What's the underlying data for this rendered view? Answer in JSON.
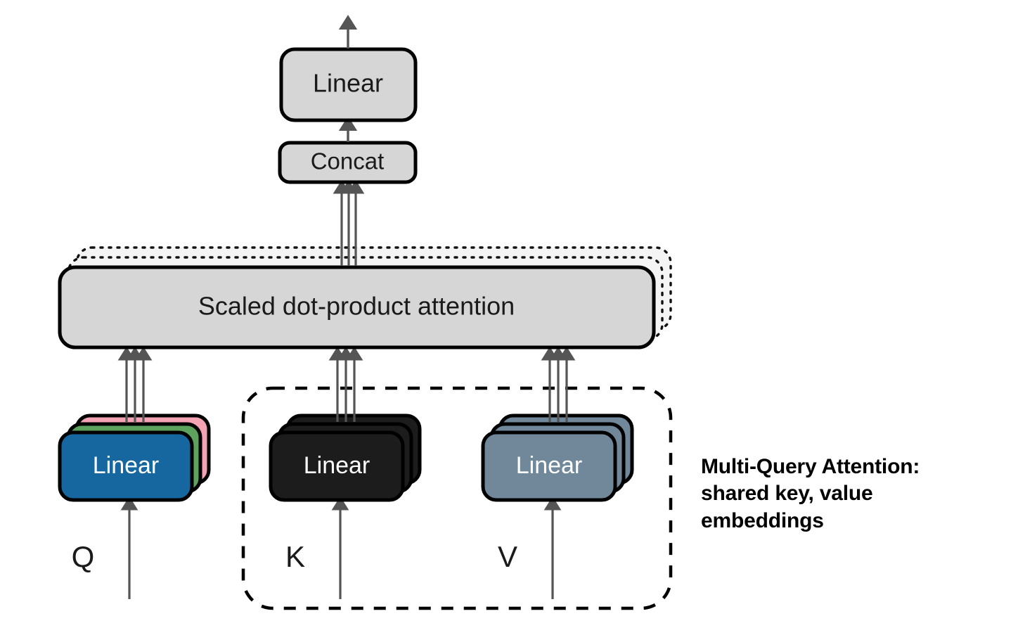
{
  "diagram": {
    "title": "Multi-Query Attention architecture diagram",
    "background_color": "#ffffff"
  },
  "nodes": {
    "output_linear": {
      "label": "Linear",
      "fill": "#d6d6d6",
      "stroke": "#000000",
      "text_color": "#1a1a1a"
    },
    "concat": {
      "label": "Concat",
      "fill": "#d6d6d6",
      "stroke": "#000000",
      "text_color": "#1a1a1a"
    },
    "attention": {
      "label": "Scaled dot-product attention",
      "fill": "#d6d6d6",
      "stroke": "#000000",
      "text_color": "#1a1a1a",
      "stack_layers": 3,
      "stack_style": "dotted"
    },
    "q_linear": {
      "label": "Linear",
      "text_color": "#ffffff",
      "stack_layers": 3,
      "layer_colors": [
        "#f3a3b4",
        "#5da35d",
        "#16679f"
      ],
      "front_color": "#16679f"
    },
    "k_linear": {
      "label": "Linear",
      "text_color": "#ffffff",
      "stack_layers": 3,
      "layer_colors": [
        "#1c1c1c",
        "#1c1c1c",
        "#1c1c1c"
      ],
      "front_color": "#1c1c1c"
    },
    "v_linear": {
      "label": "Linear",
      "text_color": "#ffffff",
      "stack_layers": 3,
      "layer_colors": [
        "#70889a",
        "#70889a",
        "#70889a"
      ],
      "front_color": "#70889a"
    }
  },
  "inputs": {
    "q": {
      "label": "Q"
    },
    "k": {
      "label": "K"
    },
    "v": {
      "label": "V"
    }
  },
  "grouping": {
    "shared_kv_box": {
      "style": "dashed",
      "stroke": "#000000",
      "encloses": [
        "K",
        "V"
      ]
    }
  },
  "annotation": {
    "text": "Multi-Query Attention:\nshared key, value\nembeddings",
    "color": "#000000"
  },
  "arrows": {
    "stroke": "#555555",
    "output_count": 1,
    "concat_to_linear_count": 1,
    "attention_to_concat_count": 3,
    "linear_to_attention_count": 3,
    "input_to_linear_count": 1
  }
}
